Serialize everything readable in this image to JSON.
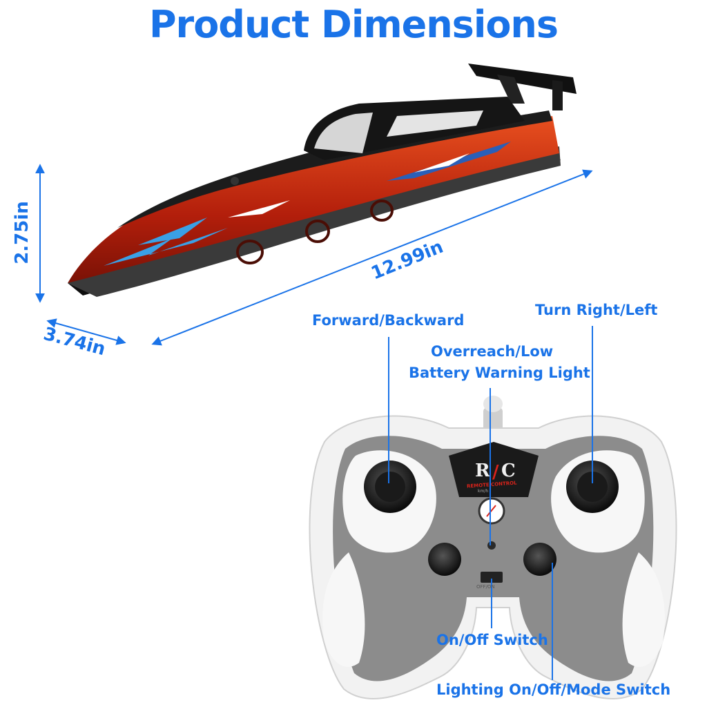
{
  "title": "Product Dimensions",
  "dimensions": {
    "height": "2.75in",
    "length": "12.99in",
    "width": "3.74in"
  },
  "callouts": {
    "forward_backward": "Forward/Backward",
    "turn": "Turn Right/Left",
    "warning_line1": "Overreach/Low",
    "warning_line2": "Battery Warning Light",
    "power_switch": "On/Off Switch",
    "lighting_switch": "Lighting On/Off/Mode Switch"
  },
  "remote_branding": {
    "logo": "R/C",
    "subtitle": "REMOTE CONTROL",
    "unit": "km/h",
    "switch_marking": "OFF/ON"
  },
  "colors": {
    "accent": "#1a73e8",
    "hull_red": "#c62a10",
    "hull_black": "#1b1b1b",
    "remote_gray": "#8c8c8c",
    "remote_white": "#f2f2f2"
  },
  "icons": [
    "boat-illustration",
    "remote-controller-illustration",
    "joystick-icon"
  ]
}
